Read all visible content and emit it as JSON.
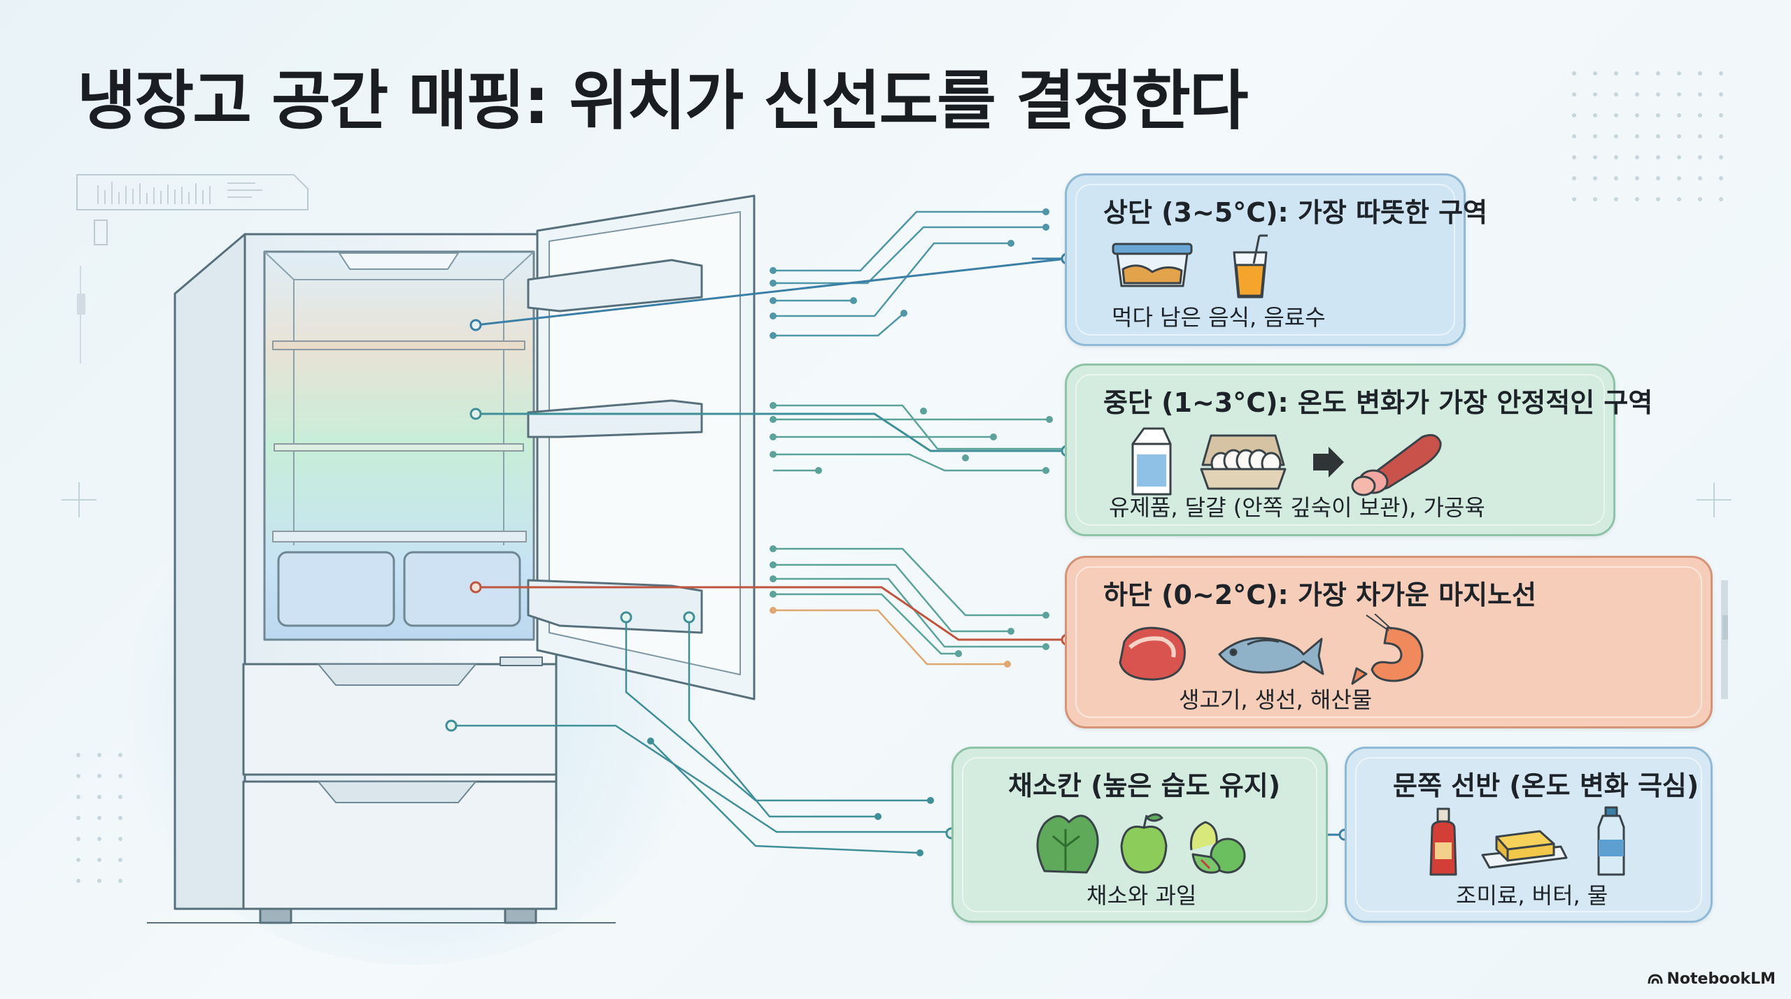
{
  "title": "냉장고 공간 매핑: 위치가 신선도를 결정한다",
  "colors": {
    "top_card": "#cfe5f3",
    "middle_card": "#d3ecdf",
    "bottom_card": "#f6cdb9",
    "vegetable_card": "#d3ecdf",
    "door_card": "#d6e8f4",
    "teal_line": "#3f8f98",
    "blue_line": "#3b7fa6",
    "red_line": "#c0553f"
  },
  "zones": {
    "top": {
      "heading": "상단 (3~5°C): 가장 따뜻한 구역",
      "caption": "먹다 남은 음식, 음료수",
      "icons": [
        "leftover-container-icon",
        "juice-glass-icon"
      ]
    },
    "middle": {
      "heading": "중단 (1~3°C): 온도 변화가 가장 안정적인 구역",
      "caption": "유제품, 달걀 (안쪽 깊숙이 보관), 가공육",
      "icons": [
        "milk-carton-icon",
        "egg-carton-icon",
        "arrow-right-icon",
        "sausage-icon"
      ]
    },
    "bottom": {
      "heading": "하단 (0~2°C): 가장 차가운 마지노선",
      "caption": "생고기, 생선, 해산물",
      "icons": [
        "steak-icon",
        "fish-icon",
        "shrimp-icon"
      ]
    },
    "vegetable": {
      "heading": "채소칸 (높은 습도 유지)",
      "caption": "채소와 과일",
      "icons": [
        "lettuce-icon",
        "apple-icon",
        "fruit-icon"
      ]
    },
    "door": {
      "heading": "문쪽 선반 (온도 변화 극심)",
      "caption": "조미료, 버터, 물",
      "icons": [
        "ketchup-icon",
        "butter-icon",
        "water-bottle-icon"
      ]
    }
  },
  "brand": "NotebookLM"
}
